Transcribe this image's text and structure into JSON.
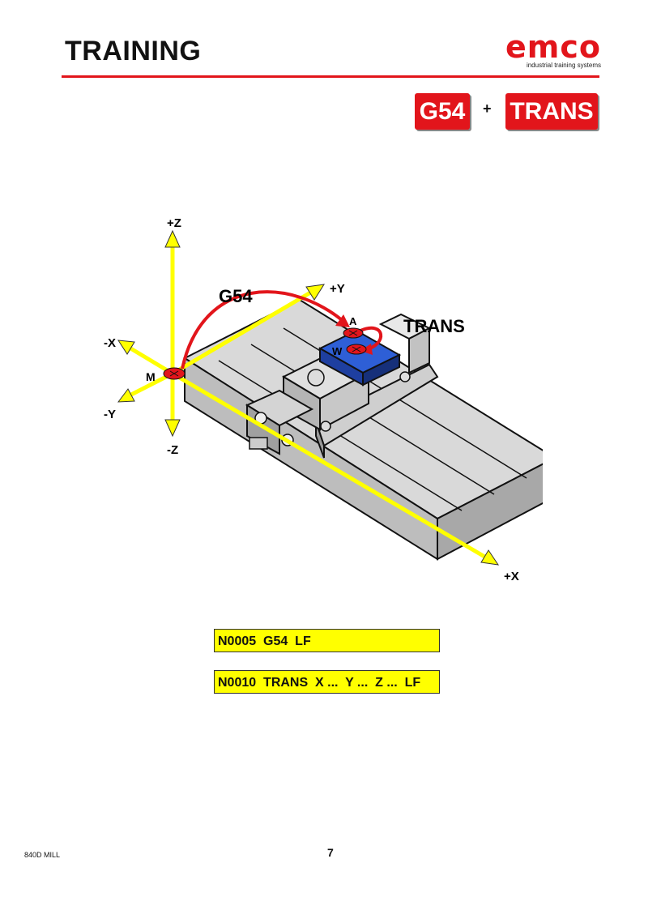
{
  "header": {
    "title": "TRAINING",
    "logo_word": "emco",
    "logo_tagline": "industrial training systems"
  },
  "badges": {
    "left": "G54",
    "plus": "+",
    "right": "TRANS"
  },
  "diagram": {
    "axis_labels": {
      "pz": "+Z",
      "mz": "-Z",
      "py": "+Y",
      "my": "-Y",
      "px": "+X",
      "mx": "-X"
    },
    "point_labels": {
      "m": "M",
      "a": "A",
      "w": "W"
    },
    "arc_labels": {
      "g54": "G54",
      "trans": "TRANS"
    },
    "colors": {
      "axis": "#ffff00",
      "arc": "#e2151b",
      "workpiece": "#2e5fd6",
      "table": "#d9d9d9"
    }
  },
  "code": {
    "line1": "N0005  G54  LF",
    "line2": "N0010  TRANS  X ...  Y ...  Z ...  LF"
  },
  "footer": {
    "left": "840D MILL",
    "page": "7"
  }
}
